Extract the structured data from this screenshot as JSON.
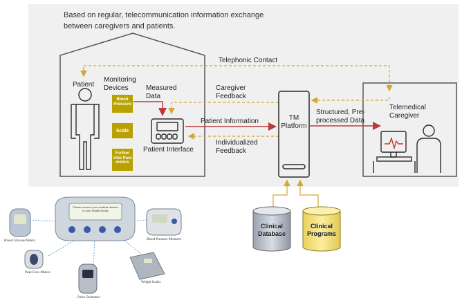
{
  "intro_text": "Based on regular, telecommunication information exchange between caregivers and patients.",
  "labels": {
    "telephonic_contact": "Telephonic Contact",
    "patient": "Patient",
    "monitoring_devices": "Monitoring Devices",
    "measured_data": "Measured Data",
    "caregiver_feedback": "Caregiver Feedback",
    "patient_information": "Patient Information",
    "individualized_feedback": "Individualized Feedback",
    "patient_interface": "Patient Interface",
    "tm_platform": "TM Platform",
    "structured_data": "Structured, Pre-processed Data",
    "telemedical_caregiver": "Telemedical Caregiver"
  },
  "devices": {
    "blood_pressure": "Blood Pressure",
    "scale": "Scale",
    "further": "Further Vital Para meters"
  },
  "databases": {
    "clinical_database": "Clinical Database",
    "clinical_programs": "Clinical Programs"
  },
  "photo": {
    "screen_text": "Please connect your medical devices to your Health Buddy",
    "blood_glucose": "Blood Glucose Meters",
    "peak_flow": "Peak Flow Meters",
    "pulse_oximeters": "Pulse Oximeters",
    "weight_scales": "Weight Scales",
    "blood_pressure_monitors": "Blood Pressure Monitors"
  },
  "colors": {
    "panel": "#f0f0f0",
    "device_box": "#b8a100",
    "dashed_arrow": "#d4a72c",
    "red_arrow": "#b83a3a",
    "outline": "#555555",
    "database": "#f5e27a"
  }
}
